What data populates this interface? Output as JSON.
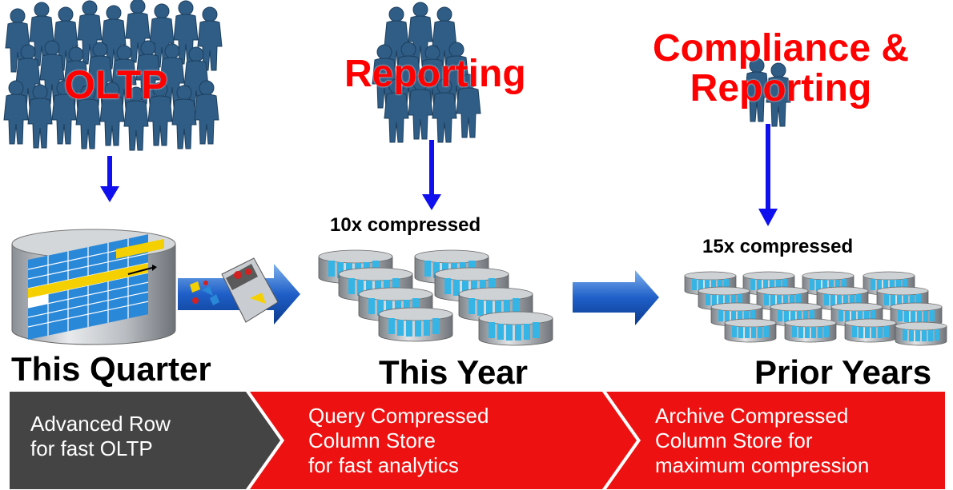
{
  "workloads": {
    "oltp": "OLTP",
    "reporting": "Reporting",
    "compliance_line1": "Compliance &",
    "compliance_line2": "Reporting"
  },
  "tiers": {
    "quarter": "This Quarter",
    "year": "This Year",
    "prior": "Prior Years"
  },
  "compression": {
    "year": "10x compressed",
    "prior": "15x compressed"
  },
  "banner": [
    {
      "lines": [
        "Advanced Row",
        "for fast OLTP"
      ],
      "color": "#444444"
    },
    {
      "lines": [
        "Query Compressed",
        "Column Store",
        "for fast analytics"
      ],
      "color": "#ee1111"
    },
    {
      "lines": [
        "Archive Compressed",
        "Column Store for",
        "maximum compression"
      ],
      "color": "#ee1111"
    }
  ],
  "colors": {
    "crowd": "#2f5d86",
    "workload_text": "#ff0000",
    "down_arrow": "#1010ee",
    "flow_arrow": "#1f5fc8"
  }
}
